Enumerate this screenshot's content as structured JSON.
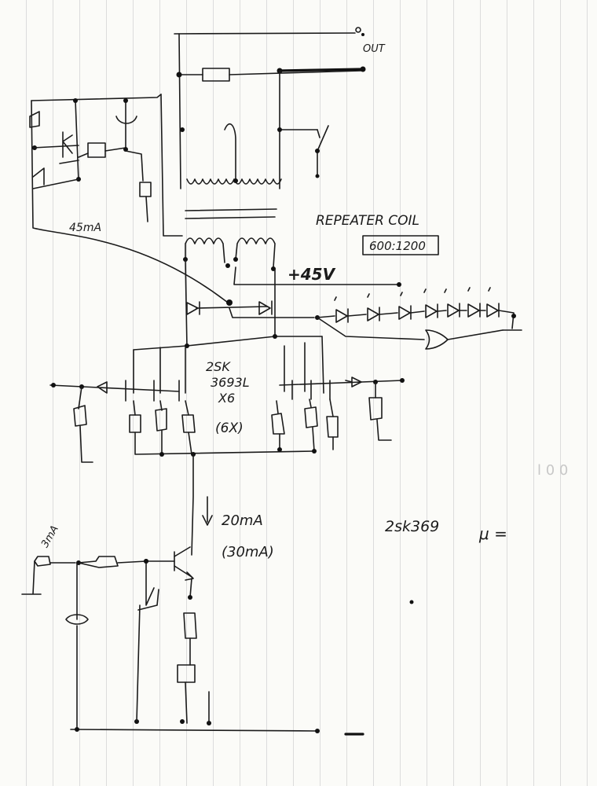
{
  "labels": {
    "out": "OUT",
    "repeater_coil": "REPEATER COIL",
    "coil_ratio": "600:1200",
    "supply": "+45V",
    "current_top": "45mA",
    "transistor_line1": "2SK",
    "transistor_line2": "3693L",
    "transistor_line3": "X6",
    "transistor_qty": "(6X)",
    "current_mid": "20mA",
    "current_mid_alt": "(30mA)",
    "current_low": "3mA",
    "note_part": "2sk369",
    "note_mu": "μ =",
    "margin_scribble": "l 0 0"
  },
  "colors": {
    "ink": "#1b1b1b",
    "paper": "#fbfbf8",
    "ruled_line": "#dcdcdc"
  }
}
